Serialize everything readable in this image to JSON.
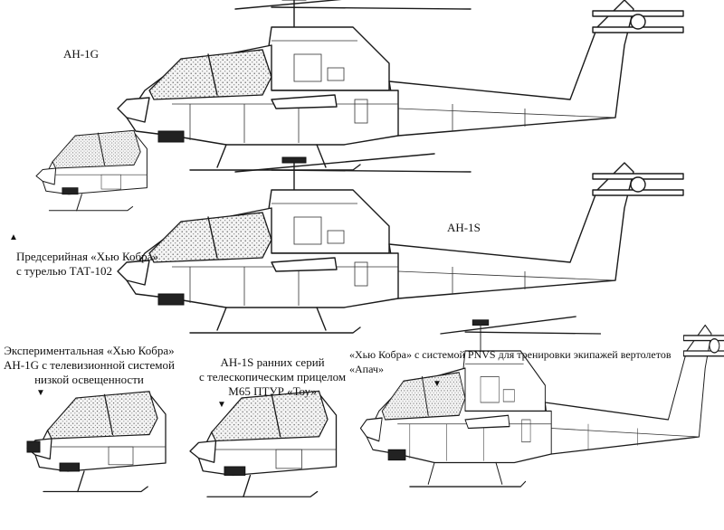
{
  "labels": {
    "ah1g": "AH-1G",
    "ah1s": "AH-1S",
    "preseries_line1": "Предсерийная «Хью Кобра»",
    "preseries_line2": "с турелью ТАТ-102",
    "experimental_line1": "Экспериментальная «Хью Кобра»",
    "experimental_line2": "AH-1G с телевизионной системой",
    "experimental_line3": "низкой освещенности",
    "early_line1": "AH-1S ранних серий",
    "early_line2": "с телескопическим прицелом",
    "early_line3": "M65 ПТУР «Тоу»",
    "pnvs_line1": "«Хью Кобра» с системой PNVS для тренировки экипажей вертолетов",
    "pnvs_line2": "«Апач»"
  },
  "markers": {
    "up": "▲",
    "down": "▼"
  }
}
